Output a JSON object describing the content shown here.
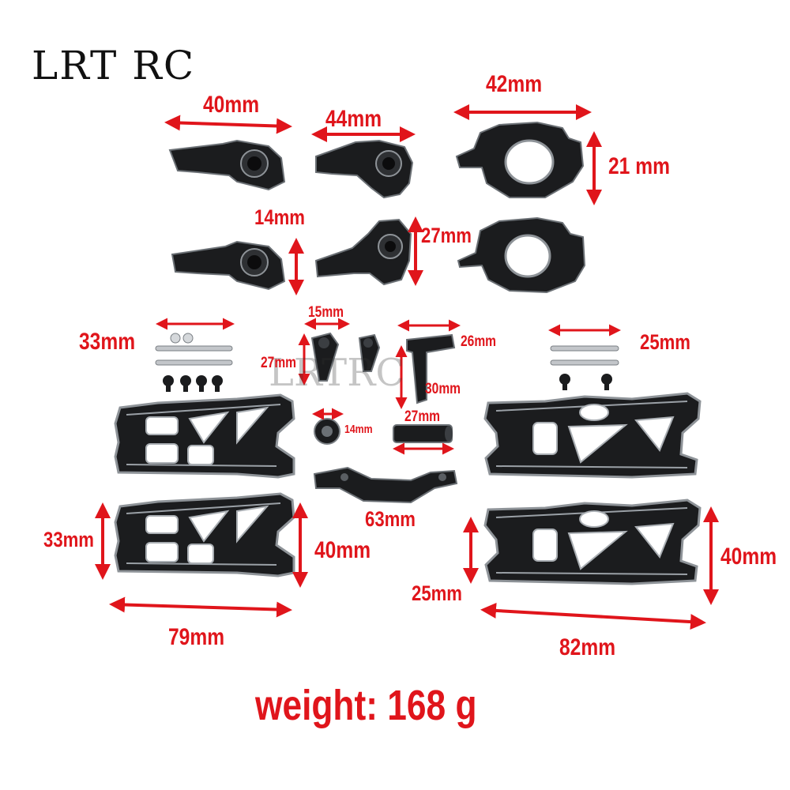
{
  "brand": "LRT RC",
  "watermark": "LRTRC",
  "weight": "weight: 168 g",
  "colors": {
    "arrow": "#e0151b",
    "part": "#1b1c1e",
    "edge": "#8e9398",
    "pin": "#c3c6ca"
  },
  "dims": {
    "hub_width": "40mm",
    "hub_height": "14mm",
    "knuckle_width": "44mm",
    "knuckle_height": "27mm",
    "carrier_width": "42mm",
    "carrier_height": "21 mm",
    "pin_left": "33mm",
    "pin_right": "25mm",
    "saver_width": "15mm",
    "saver_height": "27mm",
    "post_width": "26mm",
    "post_height": "30mm",
    "nut_width": "14mm",
    "tube_width": "27mm",
    "plate_width": "63mm",
    "arm_left_inner": "33mm",
    "arm_left_outer": "40mm",
    "arm_left_width": "79mm",
    "arm_right_inner": "25mm",
    "arm_right_outer": "40mm",
    "arm_right_width": "82mm"
  }
}
